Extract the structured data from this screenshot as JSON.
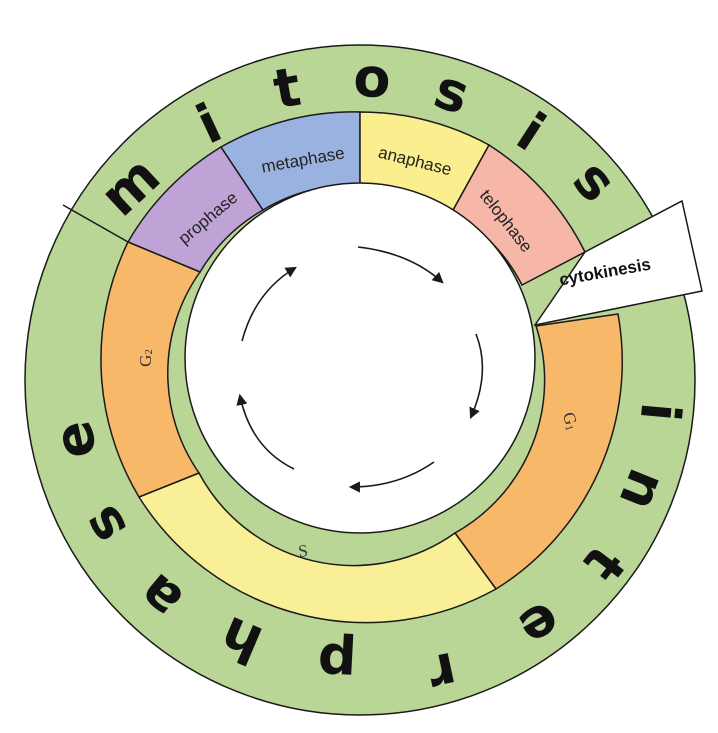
{
  "outer_words": {
    "mitosis": "mitosis",
    "interphase": "interphase"
  },
  "phases": {
    "prophase": "prophase",
    "metaphase": "metaphase",
    "anaphase": "anaphase",
    "telophase": "telophase",
    "cytokinesis": "cytokinesis",
    "g1": "G",
    "g1_sub": "1",
    "s": "S",
    "g2": "G",
    "g2_sub": "2"
  },
  "colors": {
    "outer_ring": "#b9d696",
    "prophase": "#bfa3d6",
    "metaphase": "#9ab2e0",
    "anaphase": "#faee8e",
    "telophase": "#f6b7a8",
    "cytokinesis": "#ffffff",
    "g1": "#f7b86a",
    "s": "#f9ef96",
    "g2": "#f7b86a",
    "stroke": "#1a1a1a"
  },
  "arrows": [
    "arrow-top-right",
    "arrow-right",
    "arrow-bottom",
    "arrow-left",
    "arrow-top-left"
  ]
}
